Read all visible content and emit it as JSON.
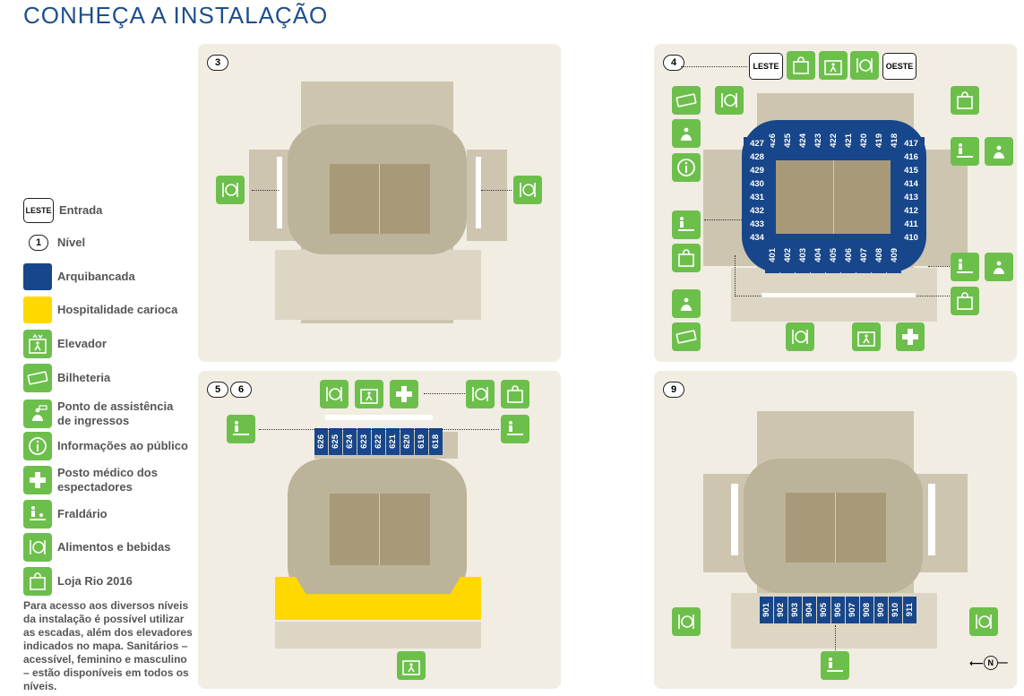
{
  "title": "CONHEÇA A INSTALAÇÃO",
  "colors": {
    "accent": "#1d4f8c",
    "green": "#6dbf4b",
    "arquibancada": "#17468a",
    "hospitalidade": "#ffd800",
    "panel": "#f1ede3",
    "stand": "#cdc5b0",
    "field": "#a89a78"
  },
  "legend": {
    "entrada_badge": "LESTE",
    "entrada": "Entrada",
    "nivel_badge": "1",
    "nivel": "Nível",
    "arquibancada": "Arquibancada",
    "hospitalidade": "Hospitalidade carioca",
    "elevador": "Elevador",
    "bilheteria": "Bilheteria",
    "assistencia": "Ponto de assistência de ingressos",
    "informacoes": "Informações ao público",
    "posto_medico": "Posto médico dos espectadores",
    "fraldario": "Fraldário",
    "alimentos": "Alimentos e bebidas",
    "loja": "Loja Rio 2016"
  },
  "note": "Para acesso aos diversos níveis da instalação é possível utilizar as escadas, além dos elevadores indicados no mapa. Sanitários – acessível, feminino e masculino – estão disponíveis em todos os níveis.",
  "panels": {
    "p3": {
      "badge": "3"
    },
    "p4": {
      "badge": "4",
      "gate_east": "LESTE",
      "gate_west": "OESTE",
      "top_sections": [
        "426",
        "425",
        "424",
        "423",
        "422",
        "421",
        "420",
        "419",
        "418"
      ],
      "bottom_sections": [
        "401",
        "402",
        "403",
        "404",
        "405",
        "406",
        "407",
        "408",
        "409"
      ],
      "left_sections": [
        "427",
        "428",
        "429",
        "430",
        "431",
        "432",
        "433",
        "434"
      ],
      "right_sections": [
        "417",
        "416",
        "415",
        "414",
        "413",
        "412",
        "411",
        "410"
      ]
    },
    "p56": {
      "badge_a": "5",
      "badge_b": "6",
      "sections": [
        "626",
        "625",
        "624",
        "623",
        "622",
        "621",
        "620",
        "619",
        "618"
      ]
    },
    "p9": {
      "badge": "9",
      "sections": [
        "901",
        "902",
        "903",
        "904",
        "905",
        "906",
        "907",
        "908",
        "909",
        "910",
        "911"
      ],
      "compass": "N"
    }
  },
  "icon_names": {
    "i": "i",
    "ingresso": "ingresso",
    "loja": "Rio2016"
  }
}
